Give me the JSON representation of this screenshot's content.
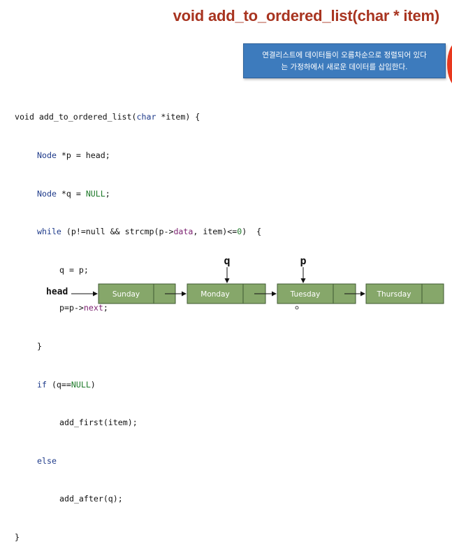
{
  "slide": {
    "title": "void add_to_ordered_list(char * item)",
    "callout_line1": "연결리스트에 데이터들이 오름차순으로 정렬되어 있다",
    "callout_line2": "는 가정하에서 새로운 데이터를 삽입한다."
  },
  "code": {
    "line1": {
      "a": "void add_to_ordered_list(",
      "b": "char",
      "c": " *item) {"
    },
    "line2": {
      "a": "Node",
      "b": " *p = head;"
    },
    "line3": {
      "a": "Node",
      "b": " *q = ",
      "c": "NULL",
      "d": ";"
    },
    "line4": {
      "a": "while",
      "b": " (p!=null && strcmp(p->",
      "c": "data",
      "d": ", item)<=",
      "e": "0",
      "f": ")  {"
    },
    "line5": {
      "a": "q = p;"
    },
    "line6": {
      "a": "p=p->",
      "b": "next",
      "c": ";"
    },
    "line7": {
      "a": "}"
    },
    "line8": {
      "a": "if",
      "b": " (q==",
      "c": "NULL",
      "d": ")"
    },
    "line9": {
      "a": "add_first(item);"
    },
    "line10": {
      "a": "else"
    },
    "line11": {
      "a": "add_after(q);"
    },
    "line12": {
      "a": "}"
    }
  },
  "diagram": {
    "head_label": "head",
    "nodes": [
      "Sunday",
      "Monday",
      "Tuesday",
      "Thursday"
    ],
    "pointer_q": "q",
    "pointer_p": "p"
  },
  "colors": {
    "title": "#a83420",
    "callout": "#3d7bbd",
    "node_fill": "#86a76a",
    "node_border": "#3f5a31",
    "keyword": "#1e3a8a",
    "constant": "#1e7a2a",
    "field": "#7a1e6e"
  }
}
